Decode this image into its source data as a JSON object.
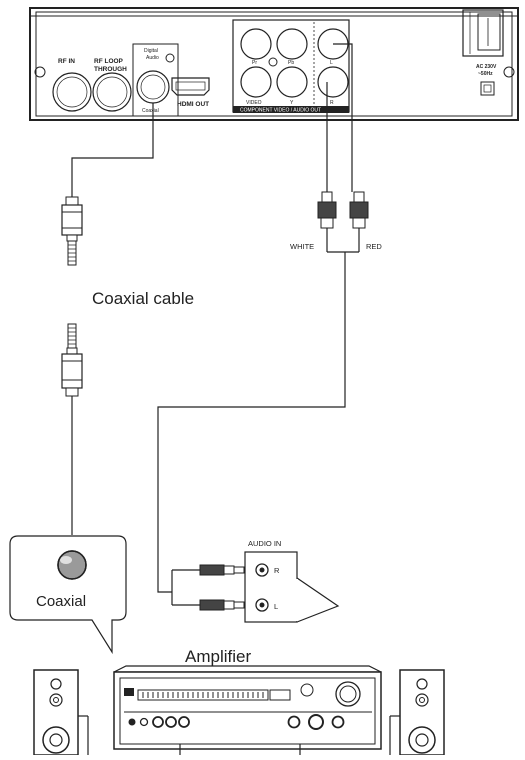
{
  "player_panel": {
    "rf_in": "RF  IN",
    "rf_loop_line1": "RF  LOOP",
    "rf_loop_line2": "THROUGH",
    "digital_audio_line1": "Digital",
    "digital_audio_line2": "Audio",
    "coaxial_port": "Coaxial",
    "hdmi_out": "HDMI OUT",
    "jack_pr": "Pr",
    "jack_pb": "Pb",
    "jack_l": "L",
    "jack_video": "VIDEO",
    "jack_y": "Y",
    "jack_r": "R",
    "component_bar": "COMPONENT VIDEO / AUDIO OUT",
    "ac_line1": "AC 230V",
    "ac_line2": "~50Hz"
  },
  "cables": {
    "white": "WHITE",
    "red": "RED",
    "coaxial_cable": "Coaxial cable"
  },
  "amplifier_inputs": {
    "audio_in": "AUDIO IN",
    "r": "R",
    "l": "L"
  },
  "callout": {
    "coaxial": "Coaxial"
  },
  "amplifier": {
    "title": "Amplifier"
  }
}
